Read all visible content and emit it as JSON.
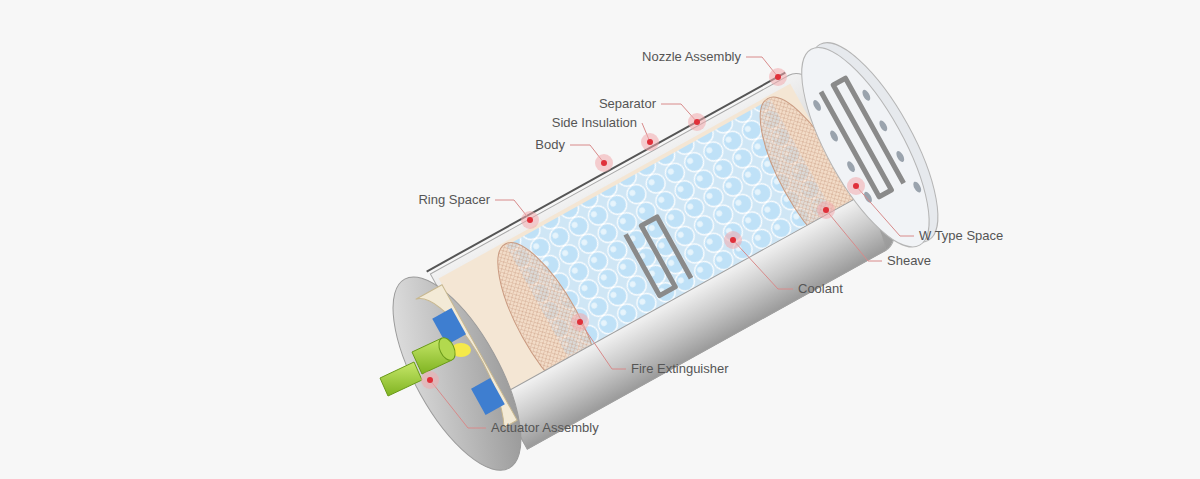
{
  "diagram": {
    "labels": [
      "Nozzle Assembly",
      "Separator",
      "Side Insulation",
      "Body",
      "Ring Spacer",
      "W Type Space",
      "Sheave",
      "Coolant",
      "Fire Extinguisher",
      "Actuator Assembly"
    ]
  }
}
